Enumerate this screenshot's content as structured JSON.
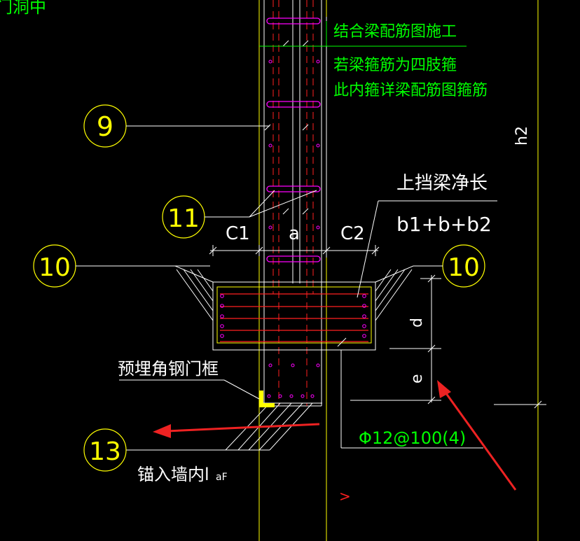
{
  "colors": {
    "background": "#000000",
    "line_white": "#ffffff",
    "line_yellow": "#ffff00",
    "line_red": "#ff2020",
    "line_magenta": "#ff00ff",
    "text_green": "#00ff00",
    "text_white": "#ffffff",
    "circle_yellow": "#ffff00",
    "arrow_red": "#ee2222"
  },
  "top_left_fragment": "门洞中",
  "notes": {
    "line1": "结合梁配筋图施工",
    "line2": "若梁箍筋为四肢箍",
    "line3": "此内箍详梁配筋图箍筋"
  },
  "dimension_h2": "h2",
  "lintel_label": "上挡梁净长",
  "lintel_formula": "b1+b+b2",
  "dims": {
    "c1": "C1",
    "a": "a",
    "c2": "C2",
    "d": "d",
    "e": "e"
  },
  "callouts": {
    "n9": "9",
    "n11": "11",
    "n10_left": "10",
    "n10_right": "10",
    "n13": "13"
  },
  "embedded_frame_label": "预埋角钢门框",
  "anchor_label_main": "锚入墙内l",
  "anchor_label_sub": "aF",
  "stirrup_label": "Φ12@100(4)",
  "marker_symbol": ">",
  "icons": {
    "embedded_angle": "angle-steel-icon",
    "arrow": "annotation-arrow-icon"
  }
}
